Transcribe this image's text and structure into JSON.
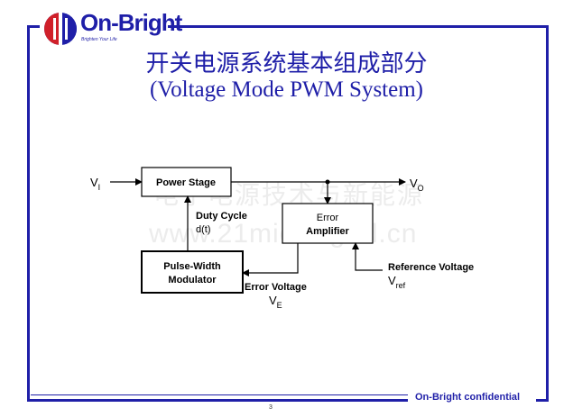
{
  "header": {
    "logo_text": "On-Bright",
    "logo_tagline": "Brighten Your Life"
  },
  "slide": {
    "title_cn": "开关电源系统基本组成部分",
    "title_en": "(Voltage Mode PWM System)"
  },
  "watermark": {
    "line1": "电子电源技术与新能源",
    "line2": "www.21micro-grid.cn"
  },
  "diagram": {
    "input_label_main": "V",
    "input_label_sub": "I",
    "output_label_main": "V",
    "output_label_sub": "O",
    "power_stage": "Power Stage",
    "error_amp_line1": "Error",
    "error_amp_line2": "Amplifier",
    "pwm_line1": "Pulse-Width",
    "pwm_line2": "Modulator",
    "duty_line1": "Duty Cycle",
    "duty_line2": "d(t)",
    "error_voltage_label": "Error Voltage",
    "error_voltage_sym_main": "V",
    "error_voltage_sym_sub": "E",
    "reference_label": "Reference Voltage",
    "reference_sym_main": "V",
    "reference_sym_sub": "ref"
  },
  "footer": {
    "confidential": "On-Bright confidential",
    "page_number": "3"
  },
  "colors": {
    "brand_blue": "#1f1fa8",
    "logo_red": "#d0202a",
    "diagram_line": "#000000",
    "watermark": "#ececec"
  }
}
